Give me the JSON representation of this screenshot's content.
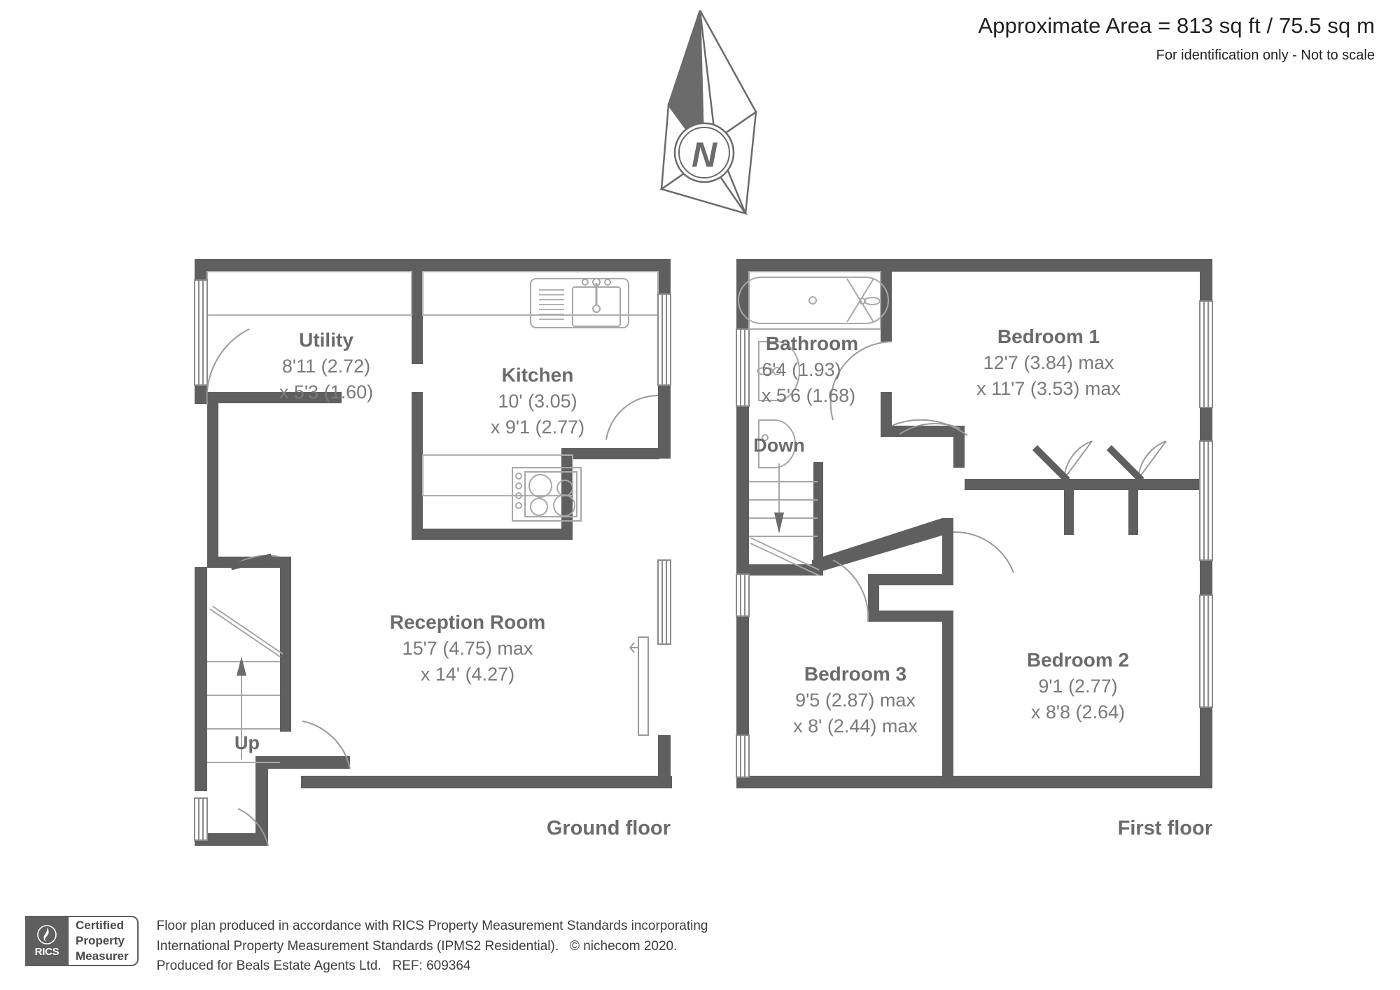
{
  "header": {
    "area": "Approximate Area = 813 sq ft / 75.5 sq m",
    "identification": "For identification only - Not to scale"
  },
  "compass": {
    "label": "N",
    "name": "north-compass-rose"
  },
  "floors": [
    {
      "id": "ground",
      "label": "Ground floor",
      "rooms": [
        {
          "name": "Utility",
          "dim1": "8'11 (2.72)",
          "dim2": "x 5'3 (1.60)"
        },
        {
          "name": "Kitchen",
          "dim1": "10' (3.05)",
          "dim2": "x 9'1 (2.77)"
        },
        {
          "name": "Reception Room",
          "dim1": "15'7 (4.75) max",
          "dim2": "x 14' (4.27)"
        }
      ],
      "stairs_label": "Up"
    },
    {
      "id": "first",
      "label": "First floor",
      "rooms": [
        {
          "name": "Bathroom",
          "dim1": "6'4 (1.93)",
          "dim2": "x 5'6 (1.68)"
        },
        {
          "name": "Bedroom 1",
          "dim1": "12'7 (3.84) max",
          "dim2": "x 11'7 (3.53) max"
        },
        {
          "name": "Bedroom 2",
          "dim1": "9'1 (2.77)",
          "dim2": "x 8'8 (2.64)"
        },
        {
          "name": "Bedroom 3",
          "dim1": "9'5 (2.87) max",
          "dim2": "x 8' (2.44) max"
        }
      ],
      "stairs_label": "Down"
    }
  ],
  "footer": {
    "logo": {
      "brand": "RICS",
      "line1": "Certified",
      "line2": "Property",
      "line3": "Measurer"
    },
    "disclaimer_line1": "Floor plan produced in accordance with RICS Property Measurement Standards incorporating",
    "disclaimer_line2": "International Property Measurement Standards (IPMS2 Residential).   © nichecom 2020.",
    "disclaimer_line3": "Produced for Beals Estate Agents Ltd.   REF: 609364"
  },
  "colors": {
    "wall": "#5f5f5f",
    "thin_line": "#a8a8a8",
    "text": "#6b6b6b",
    "header_text": "#231f20"
  }
}
